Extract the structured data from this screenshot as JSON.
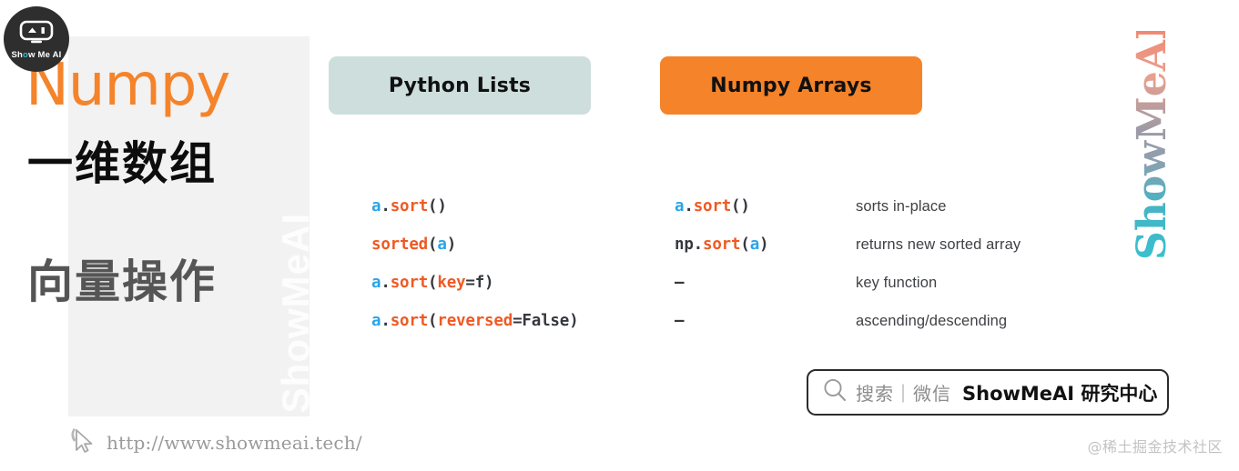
{
  "brand": {
    "logo_text_pre": "Sh",
    "logo_text_dot": "o",
    "logo_text_post": "w Me AI",
    "logo_icon": "robot-face-icon",
    "vertical_wordmark": "ShowMeAI",
    "panel_watermark": "ShowMeAI"
  },
  "left_panel": {
    "title": "Numpy",
    "subtitle_1": "一维数组",
    "subtitle_2": "向量操作",
    "title_color": "#f5832a",
    "subtitle_1_color": "#0d0d0d",
    "subtitle_2_color": "#555555",
    "background": "#f2f2f2"
  },
  "columns": {
    "python": {
      "label": "Python Lists",
      "background": "#cddedd",
      "text_color": "#111111"
    },
    "numpy": {
      "label": "Numpy Arrays",
      "background": "#f5832a",
      "text_color": "#111111"
    }
  },
  "token_colors": {
    "variable": "#2aa4e8",
    "function": "#ee5a24",
    "keyword": "#ee5a24",
    "punctuation": "#35383d",
    "description": "#3f4145"
  },
  "rows": [
    {
      "python": [
        {
          "t": "a",
          "c": "var"
        },
        {
          "t": ".",
          "c": "pun"
        },
        {
          "t": "sort",
          "c": "fn"
        },
        {
          "t": "()",
          "c": "pun"
        }
      ],
      "python_plain": "a.sort()",
      "numpy": [
        {
          "t": "a",
          "c": "var"
        },
        {
          "t": ".",
          "c": "pun"
        },
        {
          "t": "sort",
          "c": "fn"
        },
        {
          "t": "()",
          "c": "pun"
        }
      ],
      "numpy_plain": "a.sort()",
      "description": "sorts in-place"
    },
    {
      "python": [
        {
          "t": "sorted",
          "c": "fn"
        },
        {
          "t": "(",
          "c": "pun"
        },
        {
          "t": "a",
          "c": "var"
        },
        {
          "t": ")",
          "c": "pun"
        }
      ],
      "python_plain": "sorted(a)",
      "numpy": [
        {
          "t": "np",
          "c": "pun"
        },
        {
          "t": ".",
          "c": "pun"
        },
        {
          "t": "sort",
          "c": "fn"
        },
        {
          "t": "(",
          "c": "pun"
        },
        {
          "t": "a",
          "c": "var"
        },
        {
          "t": ")",
          "c": "pun"
        }
      ],
      "numpy_plain": "np.sort(a)",
      "description": "returns new sorted array"
    },
    {
      "python": [
        {
          "t": "a",
          "c": "var"
        },
        {
          "t": ".",
          "c": "pun"
        },
        {
          "t": "sort",
          "c": "fn"
        },
        {
          "t": "(",
          "c": "pun"
        },
        {
          "t": "key",
          "c": "kw"
        },
        {
          "t": "=f)",
          "c": "pun"
        }
      ],
      "python_plain": "a.sort(key=f)",
      "numpy": [
        {
          "t": "–",
          "c": "dash"
        }
      ],
      "numpy_plain": "–",
      "description": "key function"
    },
    {
      "python": [
        {
          "t": "a",
          "c": "var"
        },
        {
          "t": ".",
          "c": "pun"
        },
        {
          "t": "sort",
          "c": "fn"
        },
        {
          "t": "(",
          "c": "pun"
        },
        {
          "t": "reversed",
          "c": "kw"
        },
        {
          "t": "=False)",
          "c": "pun"
        }
      ],
      "python_plain": "a.sort(reversed=False)",
      "numpy": [
        {
          "t": "–",
          "c": "dash"
        }
      ],
      "numpy_plain": "–",
      "description": "ascending/descending"
    }
  ],
  "search_pill": {
    "icon": "magnifier-icon",
    "gray_text": "搜索｜微信",
    "bold_text": "ShowMeAI 研究中心"
  },
  "footer": {
    "cursor_icon": "mouse-pointer-icon",
    "url": "http://www.showmeai.tech/",
    "watermark": "@稀土掘金技术社区"
  }
}
